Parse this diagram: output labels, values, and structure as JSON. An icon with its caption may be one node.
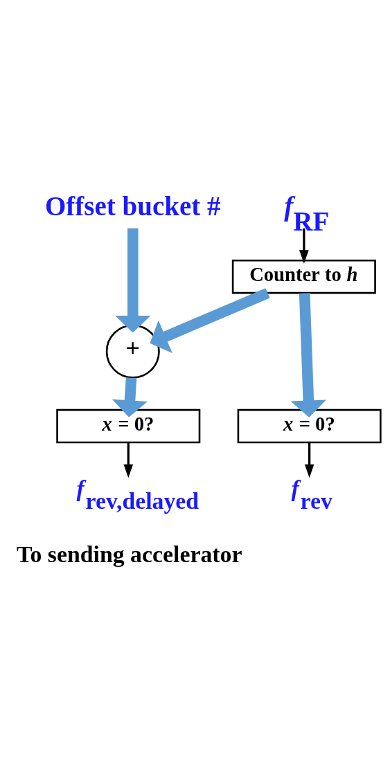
{
  "diagram": {
    "nodes": [
      {
        "text": [
          "Offset bucket #"
        ]
      },
      {
        "text": [
          "*f*$_{RF}$"
        ]
      },
      {
        "text": [
          "Counter to *h*"
        ]
      },
      {
        "text": [
          "+"
        ]
      },
      {
        "text": [
          "*x* = 0?"
        ]
      },
      {
        "text": [
          "*x* = 0?"
        ]
      },
      {
        "text": [
          "*f*$_{rev,delayed}$"
        ]
      },
      {
        "text": [
          "*f*$_{rev}$"
        ]
      }
    ],
    "edges": [
      {
        "from": 0,
        "to": 3,
        "arrow": "to"
      },
      {
        "from": 1,
        "to": 2,
        "arrow": "to",
        "color": "#000000"
      },
      {
        "from": 2,
        "to": 3,
        "arrow": "to"
      },
      {
        "from": 2,
        "to": 5,
        "arrow": "to"
      },
      {
        "from": 3,
        "to": 4,
        "arrow": "to"
      },
      {
        "from": 4,
        "to": 6,
        "arrow": "to",
        "color": "#000000"
      },
      {
        "from": 5,
        "to": 7,
        "arrow": "to",
        "color": "#000000"
      }
    ],
    "labels": [
      "To sending accelerator"
    ]
  }
}
